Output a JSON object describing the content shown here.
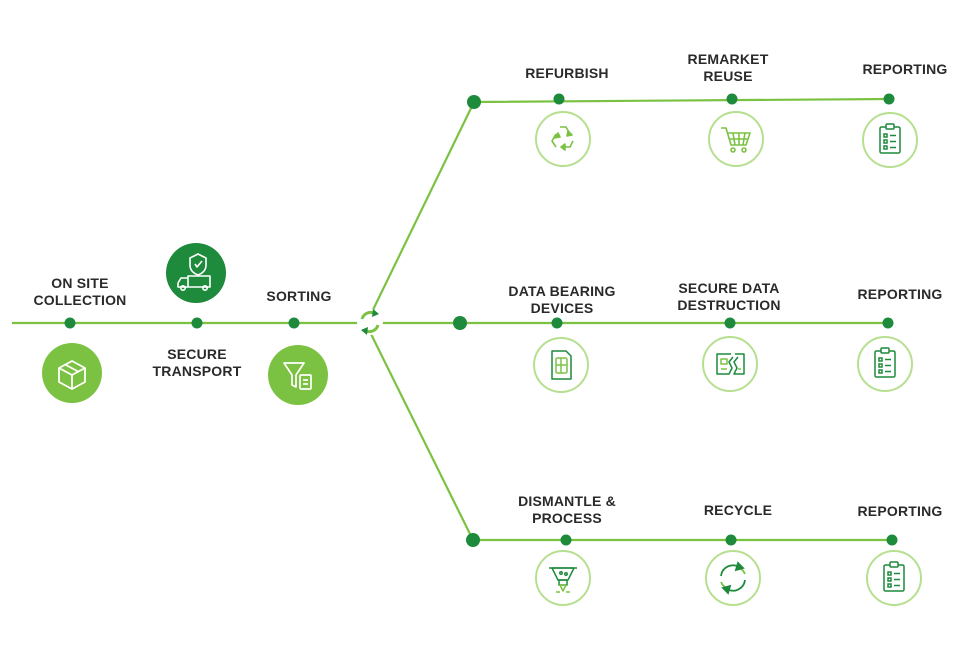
{
  "colors": {
    "dark_green": "#1e8a3c",
    "light_green": "#7cc242",
    "line_green": "#7cc242",
    "icon_ring": "#b7df90",
    "text": "#2a2a2a"
  },
  "trunk": {
    "on_site_collection": {
      "line1": "ON SITE",
      "line2": "COLLECTION",
      "icon": "box-icon"
    },
    "secure_transport": {
      "line1": "SECURE",
      "line2": "TRANSPORT",
      "icon": "truck-shield-icon"
    },
    "sorting": {
      "line1": "SORTING",
      "icon": "filter-icon"
    },
    "hub_icon": "recycle-hub-icon"
  },
  "branches": [
    {
      "steps": [
        {
          "line1": "REFURBISH",
          "icon": "recycle-triangle-icon"
        },
        {
          "line1": "REMARKET",
          "line2": "REUSE",
          "icon": "shopping-cart-icon"
        },
        {
          "line1": "REPORTING",
          "icon": "clipboard-checklist-icon"
        }
      ]
    },
    {
      "steps": [
        {
          "line1": "DATA BEARING",
          "line2": "DEVICES",
          "icon": "sim-card-icon"
        },
        {
          "line1": "SECURE DATA",
          "line2": "DESTRUCTION",
          "icon": "shredded-card-icon"
        },
        {
          "line1": "REPORTING",
          "icon": "clipboard-checklist-icon"
        }
      ]
    },
    {
      "steps": [
        {
          "line1": "DISMANTLE &",
          "line2": "PROCESS",
          "icon": "crusher-icon"
        },
        {
          "line1": "RECYCLE",
          "icon": "recycle-arrows-icon"
        },
        {
          "line1": "REPORTING",
          "icon": "clipboard-checklist-icon"
        }
      ]
    }
  ]
}
